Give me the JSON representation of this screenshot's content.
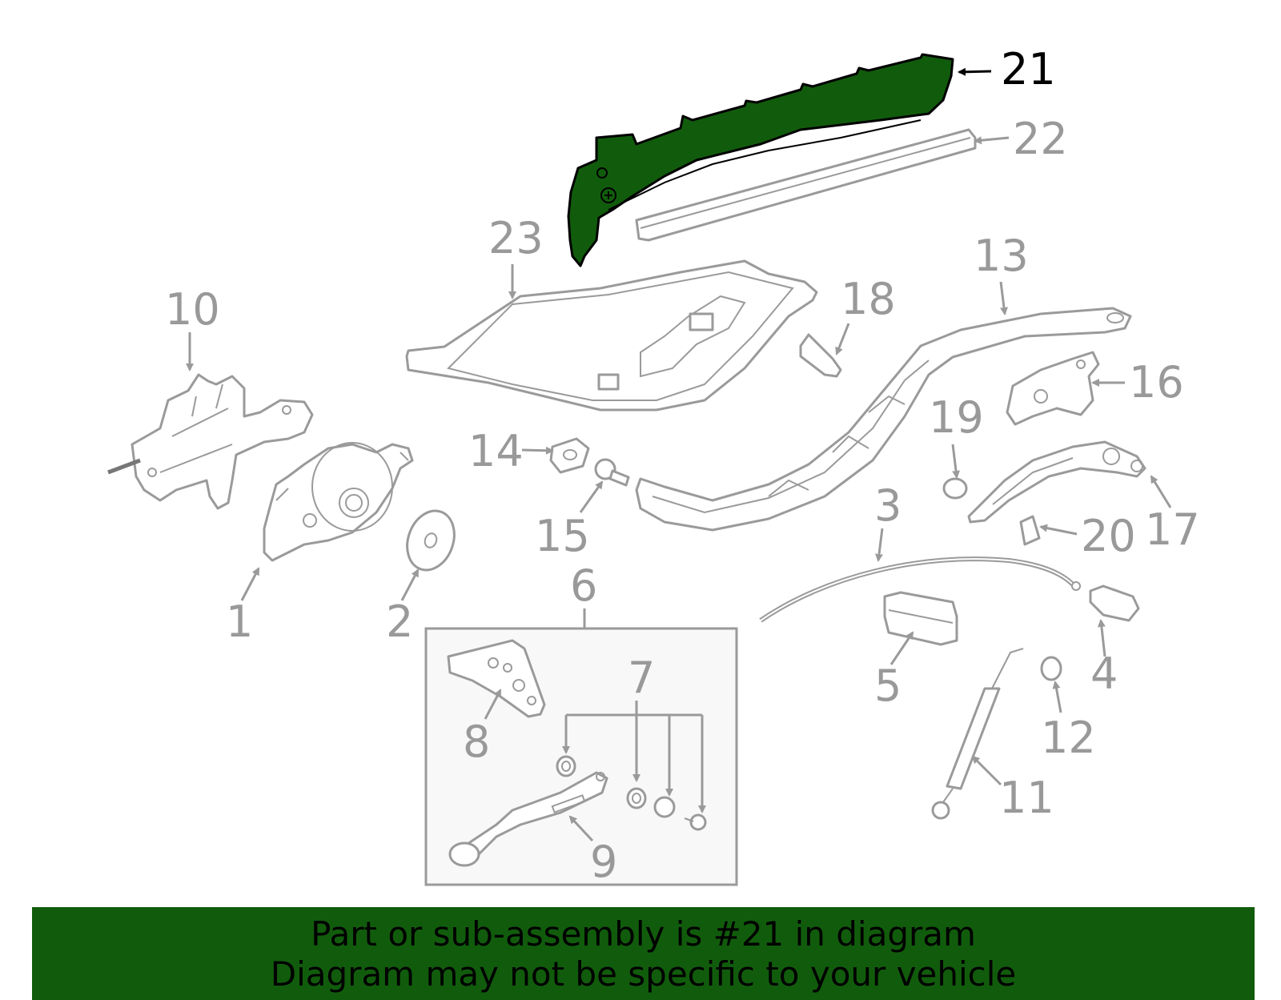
{
  "diagram": {
    "highlighted_part": "21",
    "highlight_color": "#115c0c",
    "callouts": [
      "21",
      "22",
      "23",
      "13",
      "18",
      "10",
      "16",
      "19",
      "14",
      "15",
      "17",
      "20",
      "1",
      "2",
      "3",
      "6",
      "4",
      "5",
      "12",
      "7",
      "8",
      "11",
      "9"
    ]
  },
  "footer": {
    "line1": "Part or sub-assembly is #21 in diagram",
    "line2": "Diagram may not be specific to your vehicle"
  }
}
